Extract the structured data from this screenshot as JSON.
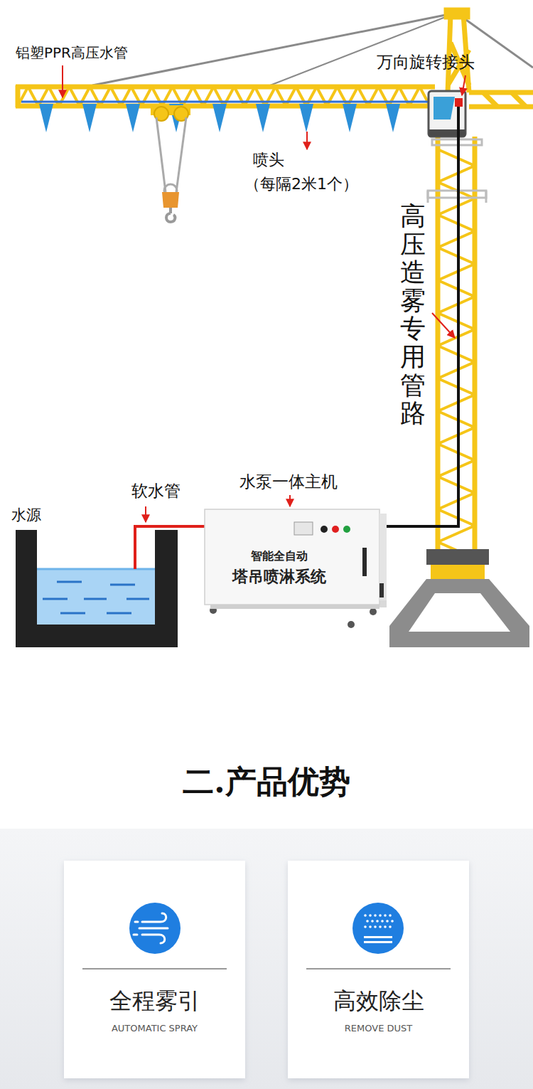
{
  "diagram": {
    "title": "二.产品优势",
    "nodes": [
      {
        "text": [
          "智能全自动",
          "塔吊喷淋系统"
        ]
      },
      {
        "text": [
          "全程雾引",
          "AUTOMATIC SPRAY"
        ]
      },
      {
        "text": [
          "高效除尘",
          "REMOVE DUST"
        ]
      }
    ],
    "labels": [
      "铝塑PPR高压水管",
      "万向旋转接头",
      "喷头",
      "（每隔2米1个）",
      "高压造雾专用管路",
      "软水管",
      "水泵一体主机",
      "水源"
    ]
  }
}
